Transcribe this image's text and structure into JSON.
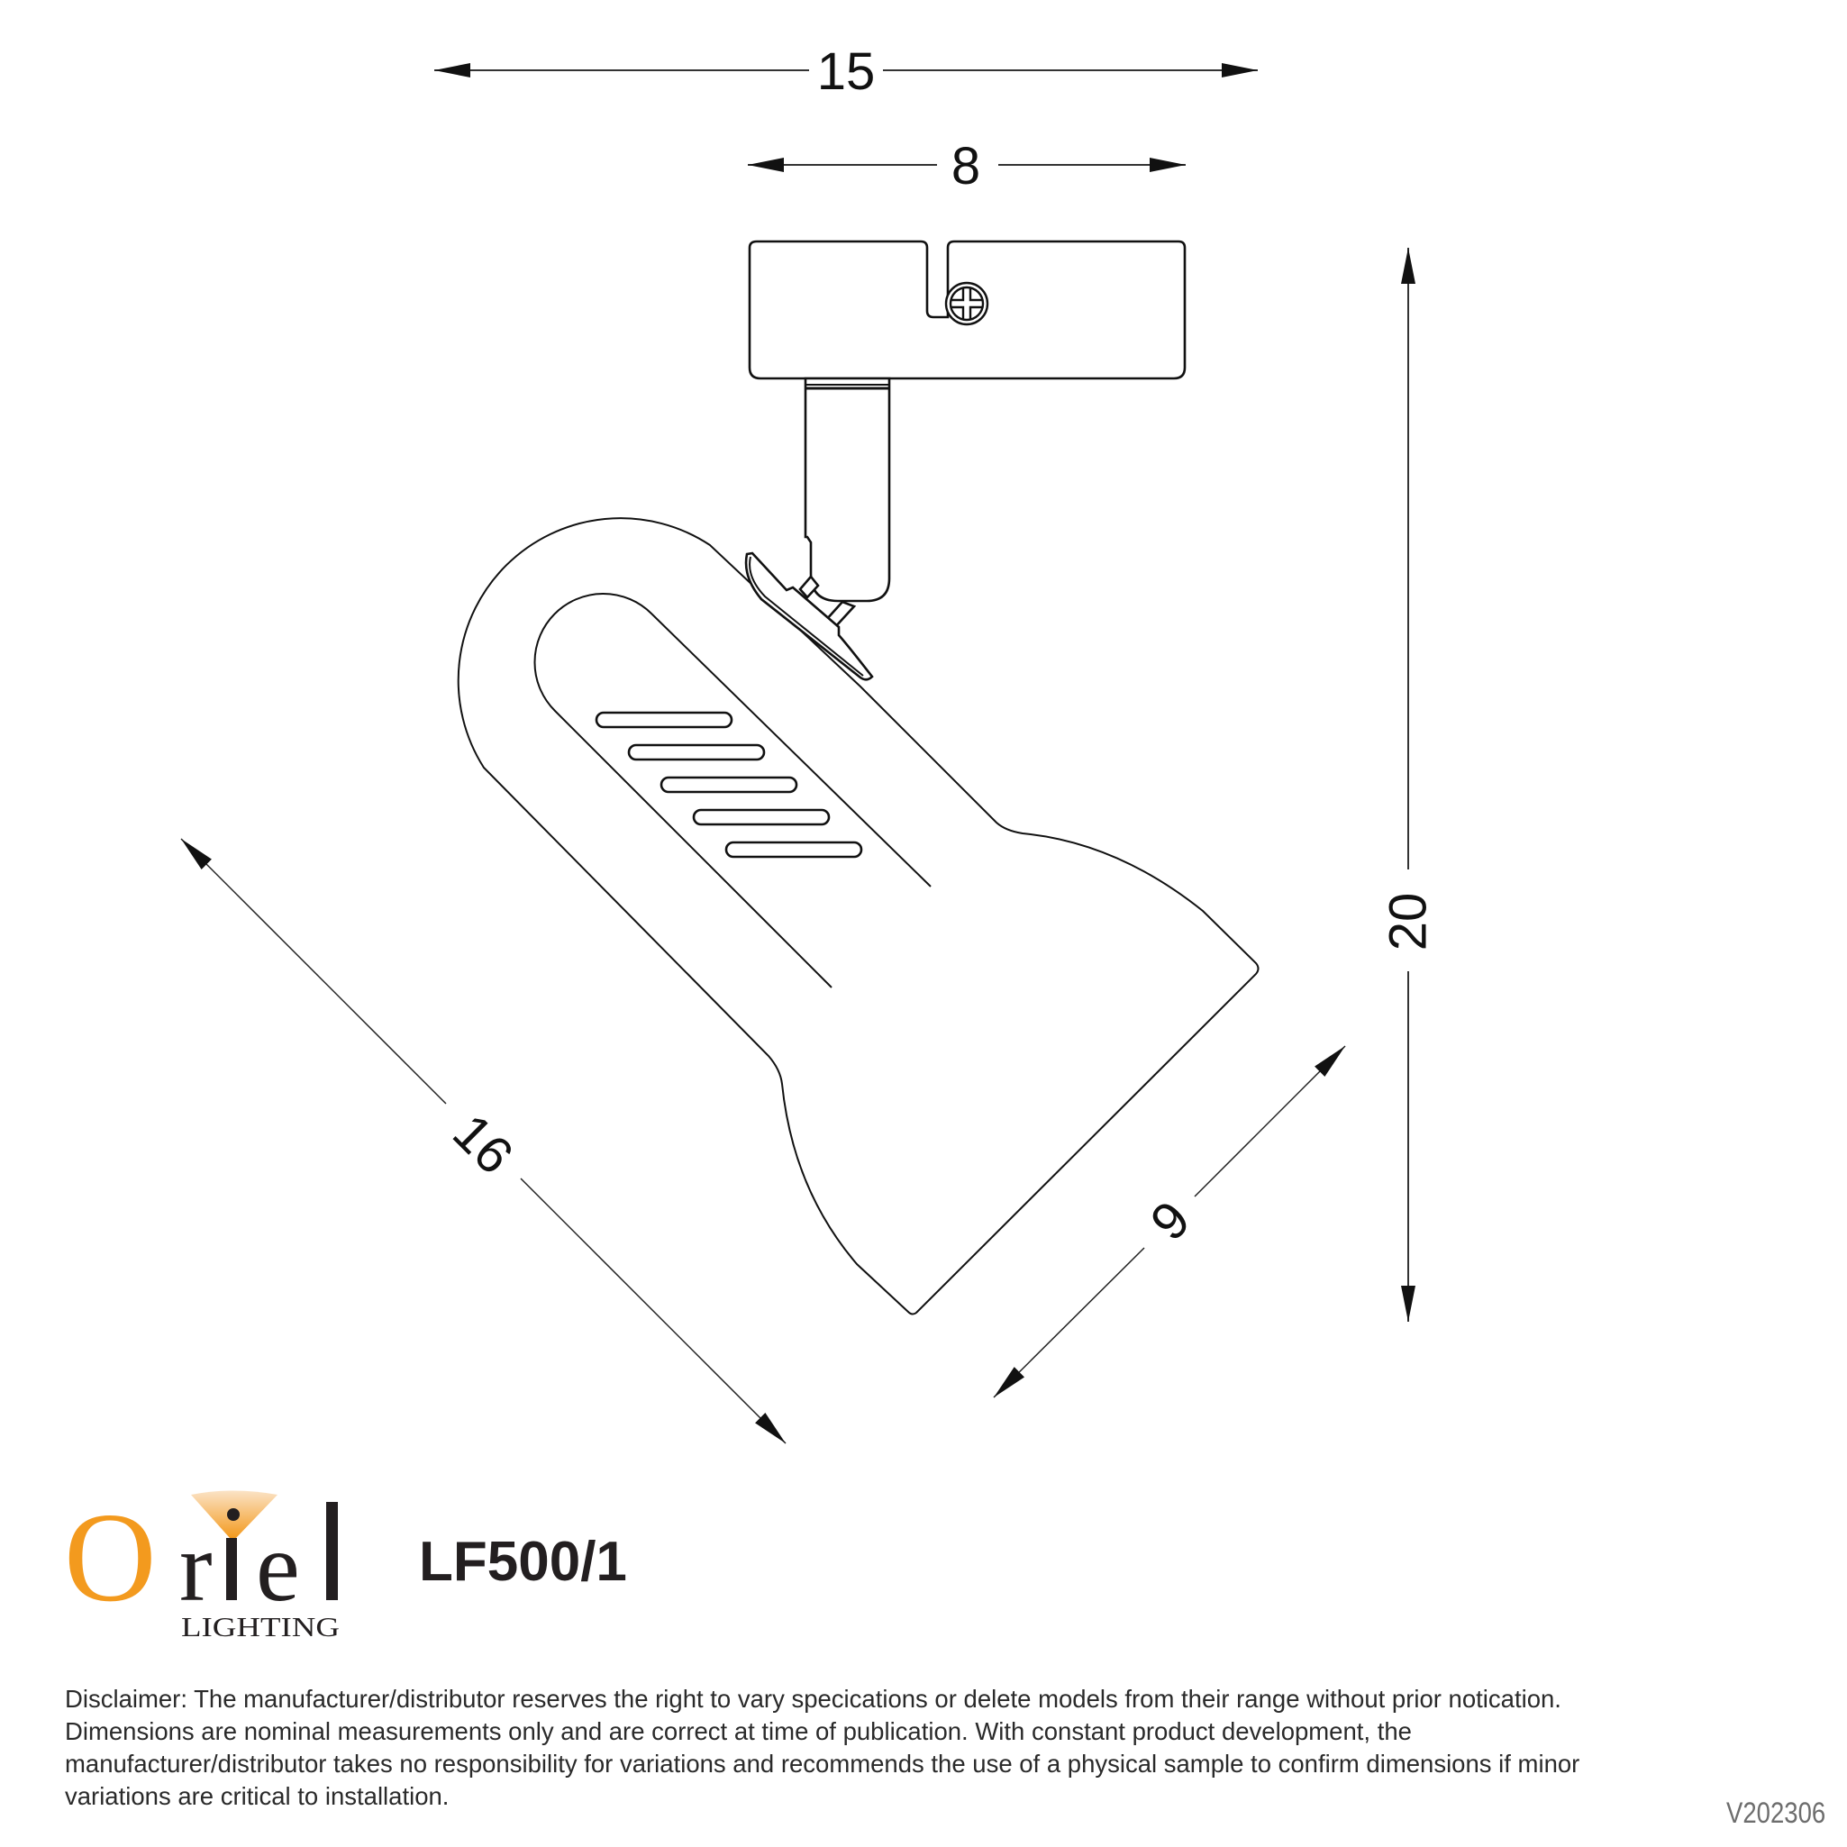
{
  "document": {
    "type": "product dimension drawing",
    "units_shown": "none (numeric labels only)"
  },
  "dimensions": {
    "overall_width": "15",
    "mount_width": "8",
    "overall_height": "20",
    "head_length": "16",
    "head_diameter": "9"
  },
  "brand": {
    "logo_wordmark": "Oriel",
    "logo_wordmark_letters": [
      "O",
      "r",
      "i",
      "e",
      "l"
    ],
    "logo_subtitle": "LIGHTING",
    "accent_color": "#F39A1E",
    "cone_color_top": "#F6C48A",
    "cone_color_bottom": "#F39A1E",
    "text_color": "#231F20"
  },
  "product": {
    "model_code": "LF500/1"
  },
  "disclaimer": {
    "lines": [
      "Disclaimer: The manufacturer/distributor reserves the right to vary specications or delete models from their range without prior notication.",
      "Dimensions are nominal measurements only and are correct at time of publication. With constant product development, the",
      "manufacturer/distributor takes no responsibility for variations and recommends the use of a physical sample to confirm dimensions if minor",
      "variations are critical to installation."
    ]
  },
  "version": "V202306"
}
